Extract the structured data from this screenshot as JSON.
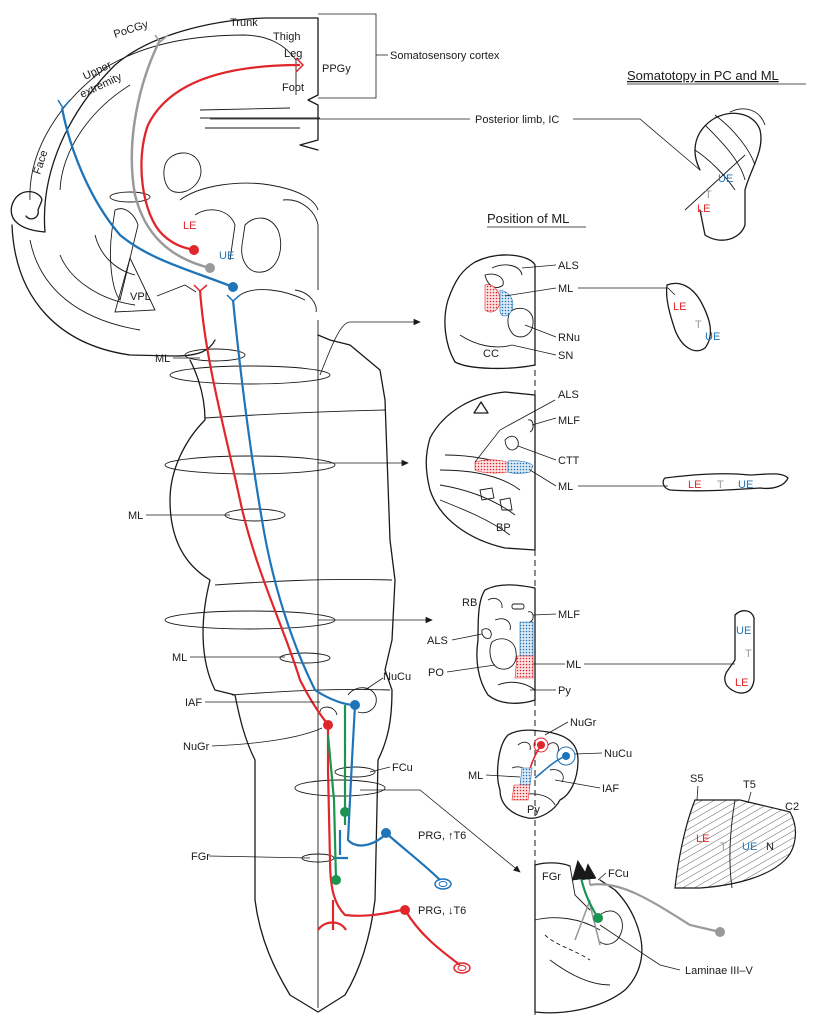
{
  "labels": {
    "pocgy": "PoCGy",
    "trunk": "Trunk",
    "thigh": "Thigh",
    "leg": "Leg",
    "foot": "Foot",
    "ppgy": "PPGy",
    "upper_extremity_1": "Upper",
    "upper_extremity_2": "extremity",
    "face": "Face",
    "somatosensory_cortex": "Somatosensory cortex",
    "posterior_limb_ic": "Posterior limb, IC",
    "le": "LE",
    "ue": "UE",
    "t": "T",
    "n": "N",
    "vpl": "VPL",
    "ml": "ML",
    "iaf": "IAF",
    "nugr": "NuGr",
    "nucu": "NuCu",
    "fcu": "FCu",
    "fgr": "FGr",
    "prg_upper": "PRG, ↑T6",
    "prg_lower": "PRG, ↓T6",
    "als": "ALS",
    "rnu": "RNu",
    "sn": "SN",
    "cc": "CC",
    "mlf": "MLF",
    "ctt": "CTT",
    "bp": "BP",
    "rb": "RB",
    "po": "PO",
    "py": "Py",
    "s5": "S5",
    "t5": "T5",
    "c2": "C2",
    "laminae": "Laminae III–V"
  },
  "titles": {
    "somatotopy": "Somatotopy in PC and ML",
    "position_ml": "Position of ML"
  },
  "colors": {
    "lower_extremity": "#e0262b",
    "upper_extremity": "#1f74b8",
    "trunk_pathway": "#1a9450",
    "face_gray": "#9a9a9a",
    "outline": "#1a1a1a"
  }
}
